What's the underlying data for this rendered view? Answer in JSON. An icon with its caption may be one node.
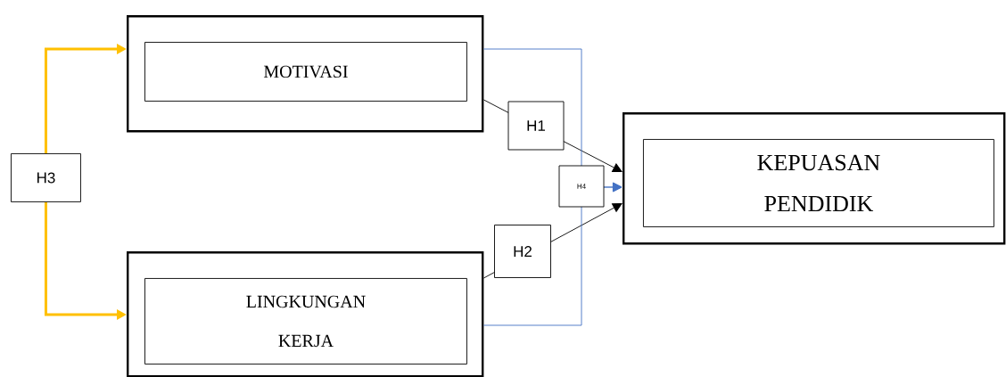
{
  "diagram": {
    "nodes": [
      {
        "text": [
          "H3"
        ]
      },
      {
        "text": [],
        "shape": "box"
      },
      {
        "text": [
          "MOTIVASI"
        ],
        "in": 1
      },
      {
        "text": [],
        "shape": "box"
      },
      {
        "text": [
          "LINGKUNGAN KERJA"
        ],
        "in": 3
      },
      {
        "text": [],
        "shape": "box"
      },
      {
        "text": [
          "KEPUASAN PENDIDIK"
        ],
        "in": 5
      }
    ],
    "edges": [
      {
        "from": 0,
        "to": 1,
        "arrow": "to",
        "style": "thick",
        "color": "#ffc000"
      },
      {
        "from": 0,
        "to": 3,
        "arrow": "to",
        "style": "thick",
        "color": "#ffc000"
      },
      {
        "from": 1,
        "to": 5,
        "arrow": "to",
        "label": "H1",
        "color": "#000000"
      },
      {
        "from": 3,
        "to": 5,
        "arrow": "to",
        "label": "H2",
        "color": "#000000"
      },
      {
        "from": 1,
        "to": 5,
        "arrow": "to",
        "label": "H4",
        "color": "#4472c4"
      },
      {
        "from": 3,
        "to": 5,
        "arrow": "to",
        "color": "#4472c4"
      }
    ]
  }
}
